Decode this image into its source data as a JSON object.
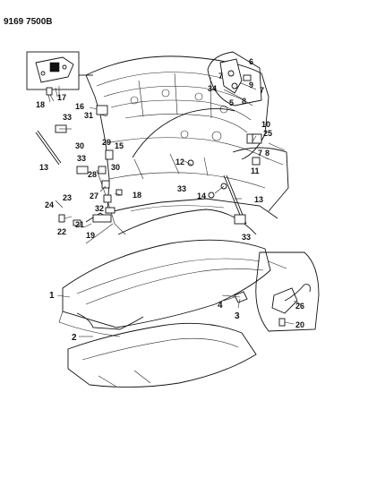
{
  "diagram": {
    "code": "9169 7500B",
    "callouts": [
      {
        "id": "c1",
        "text": "1"
      },
      {
        "id": "c2",
        "text": "2"
      },
      {
        "id": "c3",
        "text": "3"
      },
      {
        "id": "c4",
        "text": "4"
      },
      {
        "id": "c5",
        "text": "5"
      },
      {
        "id": "c6",
        "text": "6"
      },
      {
        "id": "c7a",
        "text": "7"
      },
      {
        "id": "c7b",
        "text": "7"
      },
      {
        "id": "c7c",
        "text": "7"
      },
      {
        "id": "c8a",
        "text": "8"
      },
      {
        "id": "c8b",
        "text": "8"
      },
      {
        "id": "c9",
        "text": "9"
      },
      {
        "id": "c10",
        "text": "10"
      },
      {
        "id": "c11",
        "text": "11"
      },
      {
        "id": "c12",
        "text": "12"
      },
      {
        "id": "c13a",
        "text": "13"
      },
      {
        "id": "c13b",
        "text": "13"
      },
      {
        "id": "c14",
        "text": "14"
      },
      {
        "id": "c15",
        "text": "15"
      },
      {
        "id": "c16",
        "text": "16"
      },
      {
        "id": "c17",
        "text": "17"
      },
      {
        "id": "c18a",
        "text": "18"
      },
      {
        "id": "c18b",
        "text": "18"
      },
      {
        "id": "c19",
        "text": "19"
      },
      {
        "id": "c20",
        "text": "20"
      },
      {
        "id": "c21",
        "text": "21"
      },
      {
        "id": "c22",
        "text": "22"
      },
      {
        "id": "c23",
        "text": "23"
      },
      {
        "id": "c24",
        "text": "24"
      },
      {
        "id": "c25",
        "text": "25"
      },
      {
        "id": "c26",
        "text": "26"
      },
      {
        "id": "c27",
        "text": "27"
      },
      {
        "id": "c28",
        "text": "28"
      },
      {
        "id": "c29",
        "text": "29"
      },
      {
        "id": "c30a",
        "text": "30"
      },
      {
        "id": "c30b",
        "text": "30"
      },
      {
        "id": "c31",
        "text": "31"
      },
      {
        "id": "c32",
        "text": "32"
      },
      {
        "id": "c33a",
        "text": "33"
      },
      {
        "id": "c33b",
        "text": "33"
      },
      {
        "id": "c33c",
        "text": "33"
      },
      {
        "id": "c33d",
        "text": "33"
      },
      {
        "id": "c34",
        "text": "34"
      }
    ]
  }
}
